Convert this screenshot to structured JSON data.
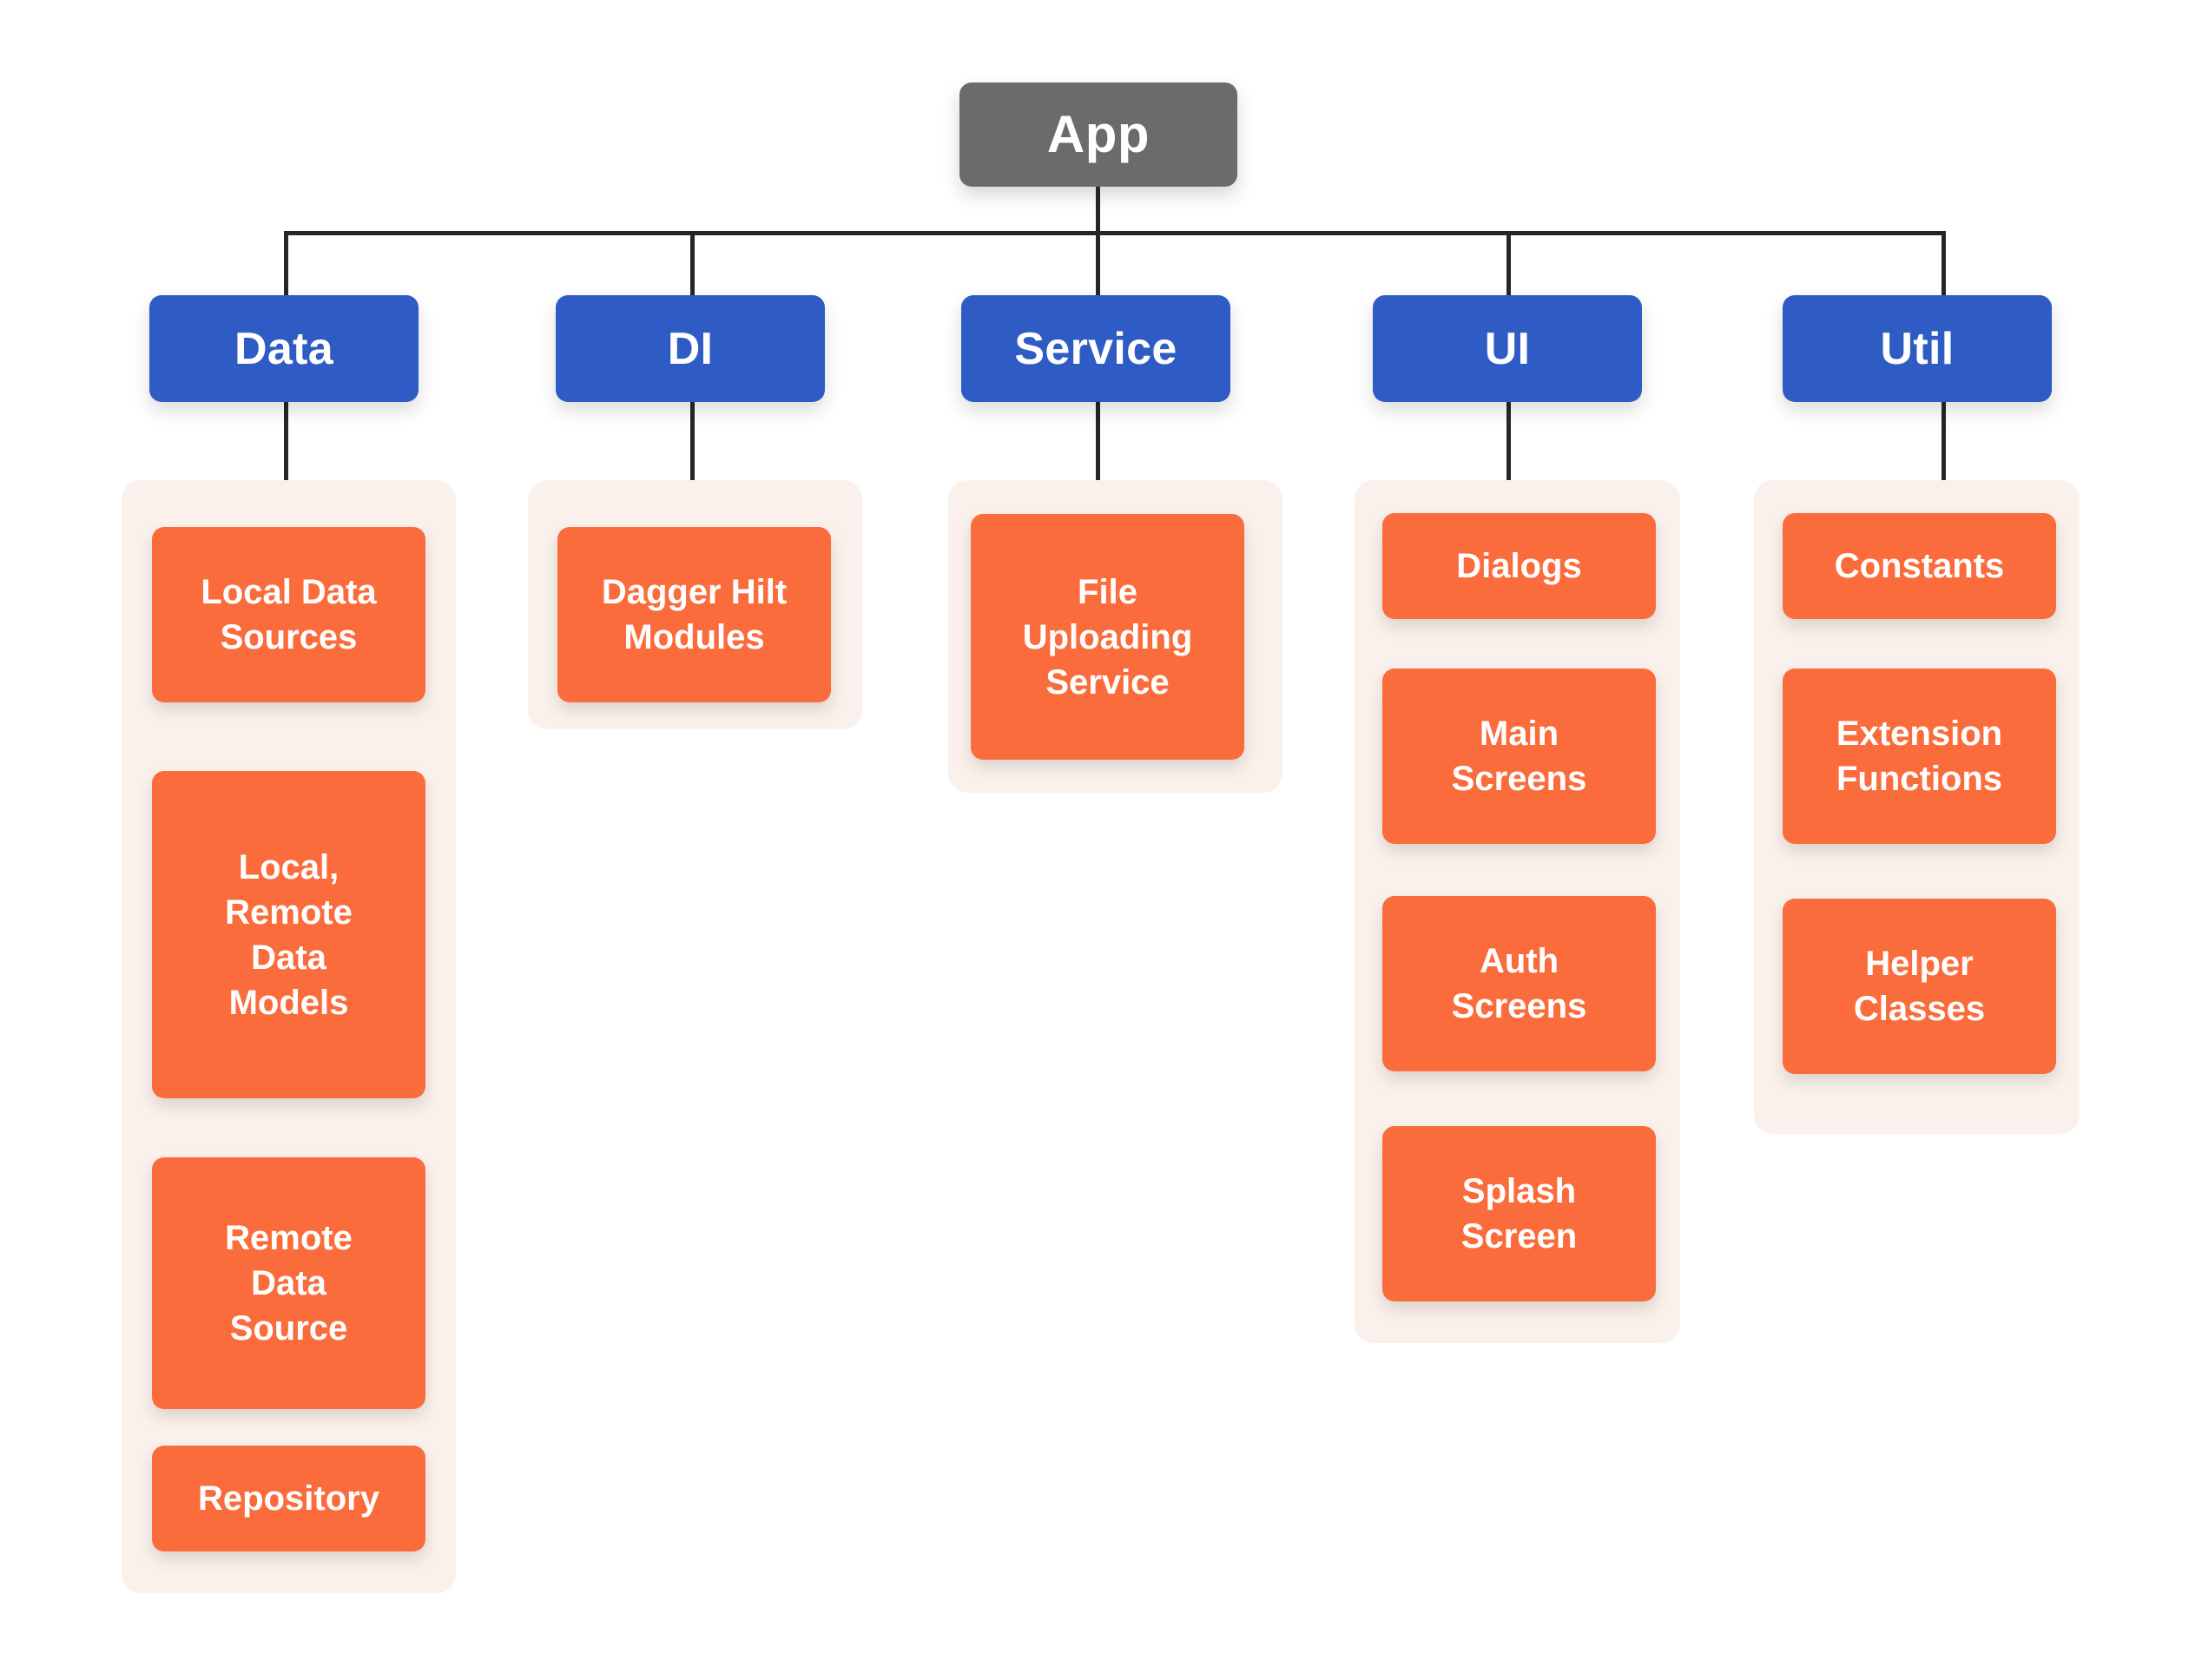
{
  "diagram": {
    "title": "App Architecture Tree",
    "colors": {
      "root": "#6B6B6B",
      "category": "#2F5CC4",
      "leaf": "#FB6C3C",
      "group_background": "#FBF1EC",
      "connector": "#262626",
      "text": "#FFFFFF",
      "page_background": "#FFFFFF"
    },
    "root": {
      "label": "App"
    },
    "branches": [
      {
        "label": "Data",
        "children": [
          {
            "label": "Local Data\nSources"
          },
          {
            "label": "Local,\nRemote\nData\nModels"
          },
          {
            "label": "Remote\nData\nSource"
          },
          {
            "label": "Repository"
          }
        ]
      },
      {
        "label": "DI",
        "children": [
          {
            "label": "Dagger Hilt\nModules"
          }
        ]
      },
      {
        "label": "Service",
        "children": [
          {
            "label": "File\nUploading\nService"
          }
        ]
      },
      {
        "label": "UI",
        "children": [
          {
            "label": "Dialogs"
          },
          {
            "label": "Main\nScreens"
          },
          {
            "label": "Auth\nScreens"
          },
          {
            "label": "Splash\nScreen"
          }
        ]
      },
      {
        "label": "Util",
        "children": [
          {
            "label": "Constants"
          },
          {
            "label": "Extension\nFunctions"
          },
          {
            "label": "Helper\nClasses"
          }
        ]
      }
    ]
  }
}
